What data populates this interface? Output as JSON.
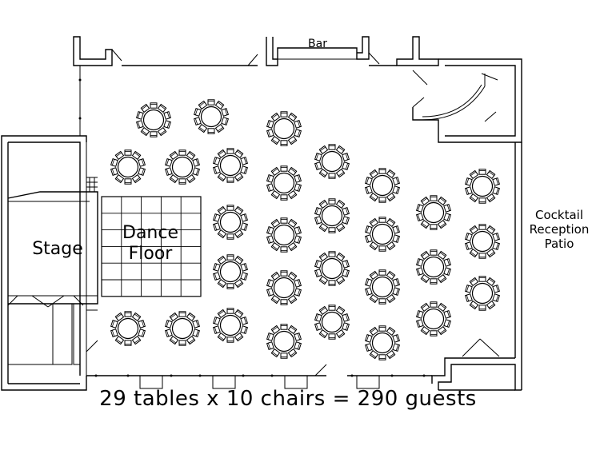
{
  "labels": {
    "bar": "Bar",
    "stage": "Stage",
    "dance_floor_line1": "Dance",
    "dance_floor_line2": "Floor",
    "patio_line1": "Cocktail",
    "patio_line2": "Reception",
    "patio_line3": "Patio"
  },
  "caption": "29 tables x 10 chairs = 290 guests",
  "colors": {
    "ink": "#000000",
    "background": "#ffffff"
  }
}
